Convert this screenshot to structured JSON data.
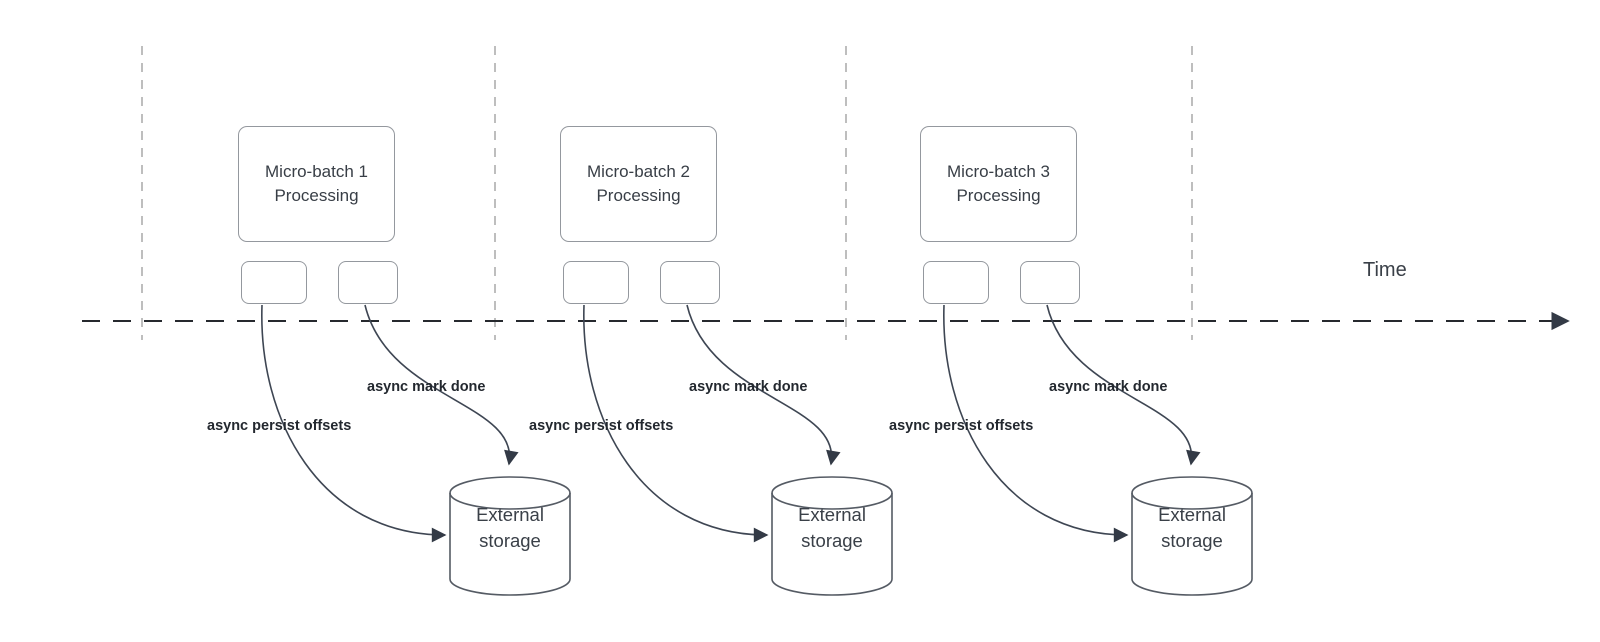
{
  "time_label": "Time",
  "groups": [
    {
      "batch_title": "Micro-batch 1",
      "batch_subtitle": "Processing",
      "persist_label": "async persist offsets",
      "done_label": "async mark done",
      "storage_title": "External",
      "storage_subtitle": "storage"
    },
    {
      "batch_title": "Micro-batch 2",
      "batch_subtitle": "Processing",
      "persist_label": "async persist offsets",
      "done_label": "async mark done",
      "storage_title": "External",
      "storage_subtitle": "storage"
    },
    {
      "batch_title": "Micro-batch 3",
      "batch_subtitle": "Processing",
      "persist_label": "async persist offsets",
      "done_label": "async mark done",
      "storage_title": "External",
      "storage_subtitle": "storage"
    }
  ],
  "colors": {
    "shape_stroke": "#94989e",
    "cylinder_stroke": "#555b64",
    "arrow_stroke": "#3e4653",
    "arrowhead_fill": "#333a46",
    "timeline_stroke": "#26292e",
    "boundary_line_stroke": "#aeaeae",
    "box_text": "#383e46",
    "label_text": "#23282f"
  }
}
